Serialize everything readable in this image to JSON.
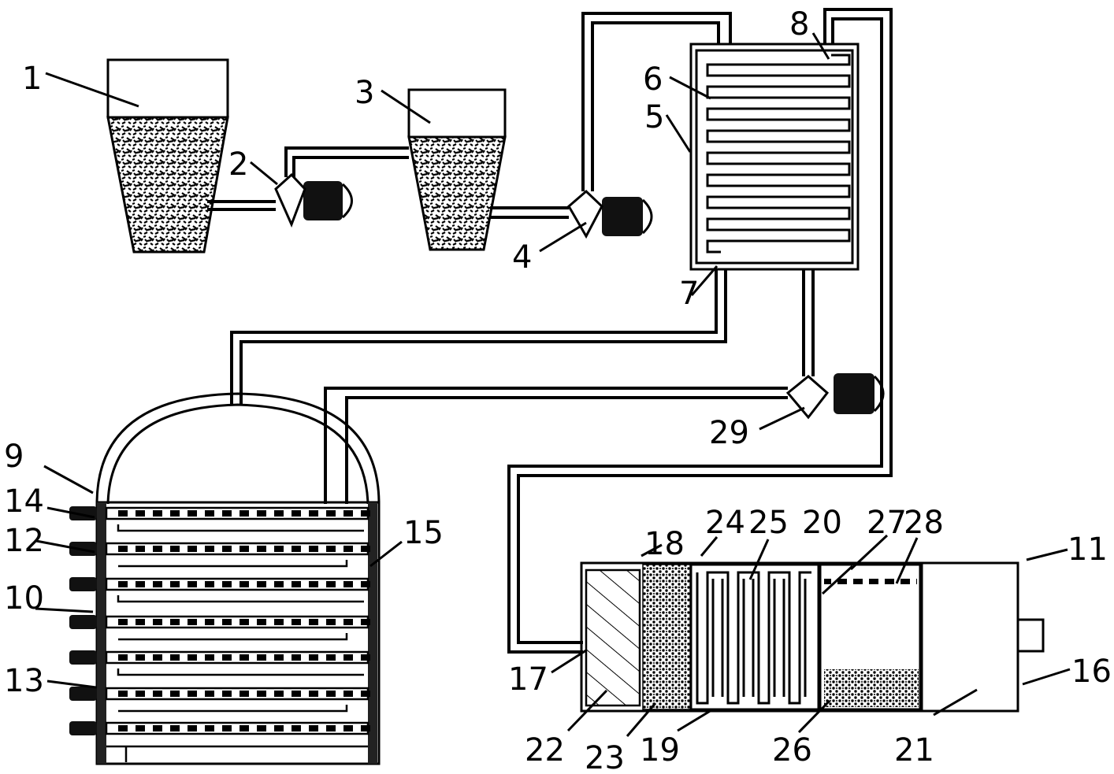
{
  "labels": {
    "l1": "1",
    "l2": "2",
    "l3": "3",
    "l4": "4",
    "l5": "5",
    "l6": "6",
    "l7": "7",
    "l8": "8",
    "l9": "9",
    "l10": "10",
    "l11": "11",
    "l12": "12",
    "l13": "13",
    "l14": "14",
    "l15": "15",
    "l16": "16",
    "l17": "17",
    "l18": "18",
    "l19": "19",
    "l20": "20",
    "l21": "21",
    "l22": "22",
    "l23": "23",
    "l24": "24",
    "l25": "25",
    "l26": "26",
    "l27": "27",
    "l28": "28",
    "l29": "29"
  }
}
